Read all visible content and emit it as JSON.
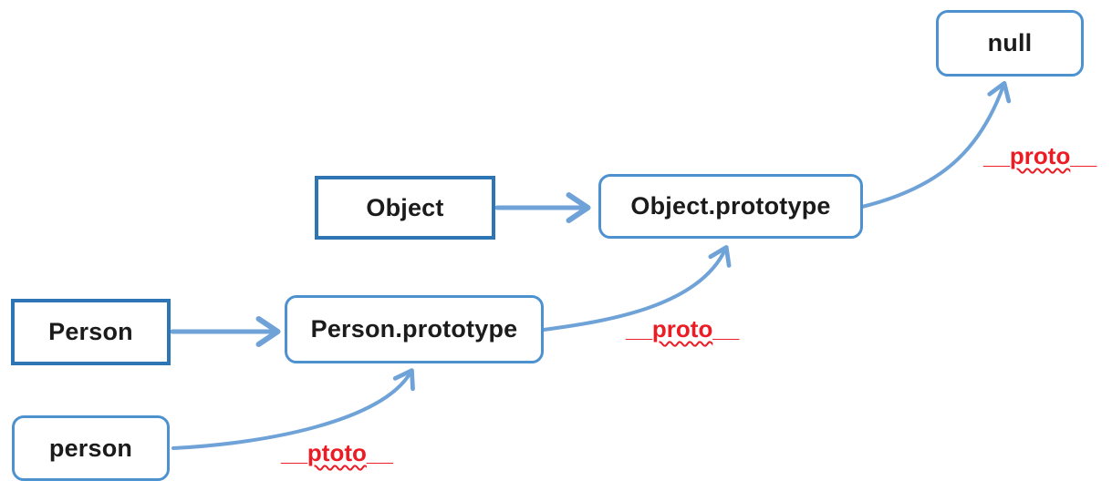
{
  "diagram": {
    "background": "#ffffff",
    "colors": {
      "rect_border": "#2e75b6",
      "rounded_border": "#4d92cf",
      "arrow": "#6fa3d8",
      "label_red": "#ec1c24",
      "text": "#1b1b1b"
    },
    "boxes": {
      "null_value": {
        "label": "null"
      },
      "object_constructor": {
        "label": "Object"
      },
      "object_prototype": {
        "label": "Object.prototype"
      },
      "person_constructor": {
        "label": "Person"
      },
      "person_prototype": {
        "label": "Person.prototype"
      },
      "person_instance": {
        "label": "person"
      }
    },
    "edge_labels": {
      "object_prototype_to_null": {
        "prefix": "__",
        "word": "proto",
        "suffix": "__"
      },
      "person_prototype_to_object_prototype": {
        "prefix": "__",
        "word": "proto",
        "suffix": "__"
      },
      "person_instance_to_person_prototype": {
        "prefix": "__",
        "word": "ptoto",
        "suffix": "__"
      }
    }
  }
}
